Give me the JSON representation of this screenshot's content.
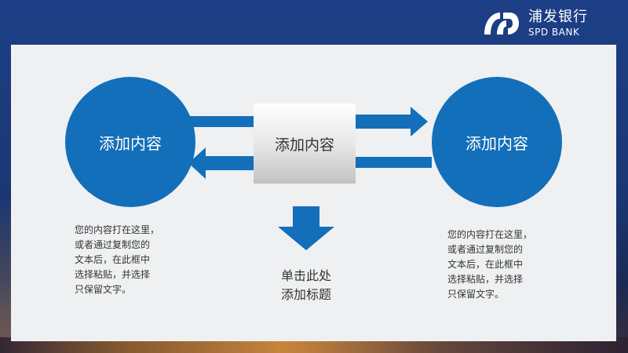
{
  "logo": {
    "name_cn": "浦发银行",
    "name_en": "SPD BANK"
  },
  "diagram": {
    "left_circle": "添加内容",
    "center_box": "添加内容",
    "right_circle": "添加内容",
    "left_text": "您的内容打在这里，\n或者通过复制您的\n文本后，在此框中\n选择粘贴，并选择\n只保留文字。",
    "right_text": "您的内容打在这里，\n或者通过复制您的\n文本后，在此框中\n选择粘贴，并选择\n只保留文字。",
    "caption": "单击此处\n添加标题"
  },
  "colors": {
    "primary": "#136fb9",
    "panel": "#eef0f2",
    "background": "#1b3a78"
  }
}
